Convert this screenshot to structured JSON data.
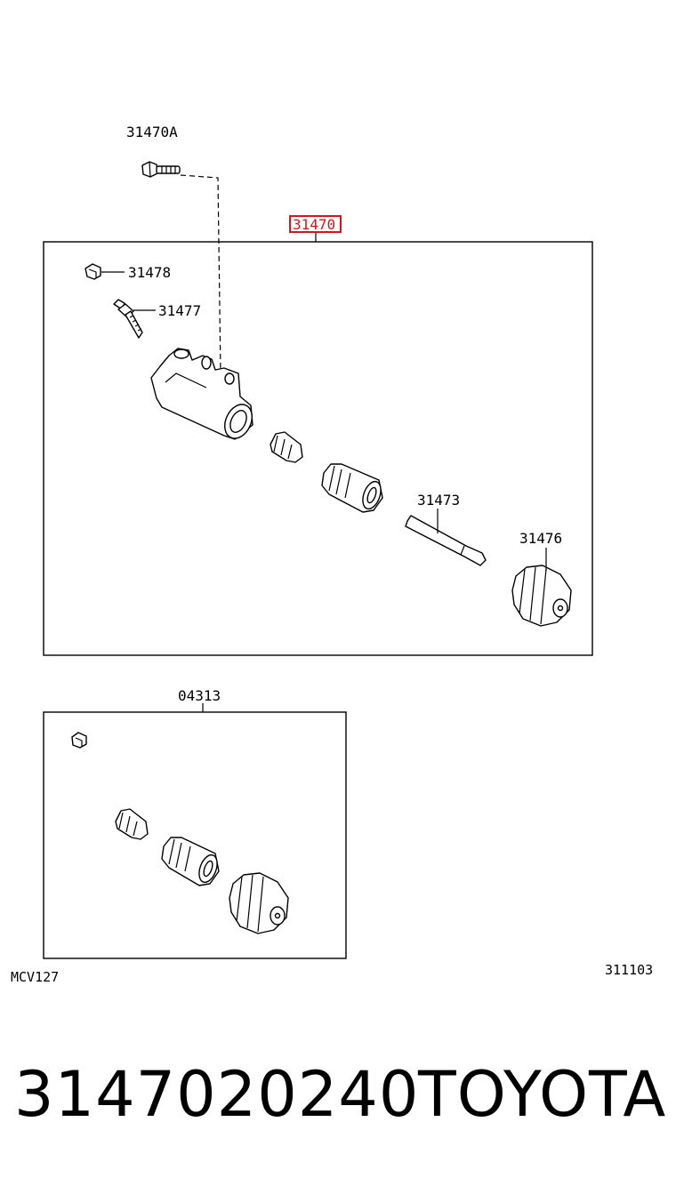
{
  "labels": {
    "bolt": "31470A",
    "assembly": "31470",
    "cap": "31478",
    "bleeder": "31477",
    "push_rod": "31473",
    "boot": "31476",
    "kit": "04313",
    "model_code": "MCV127",
    "diagram_code": "311103"
  },
  "highlight_color": "#d01818",
  "footer": {
    "part_number": "3147020240",
    "brand": "TOYOTA"
  }
}
